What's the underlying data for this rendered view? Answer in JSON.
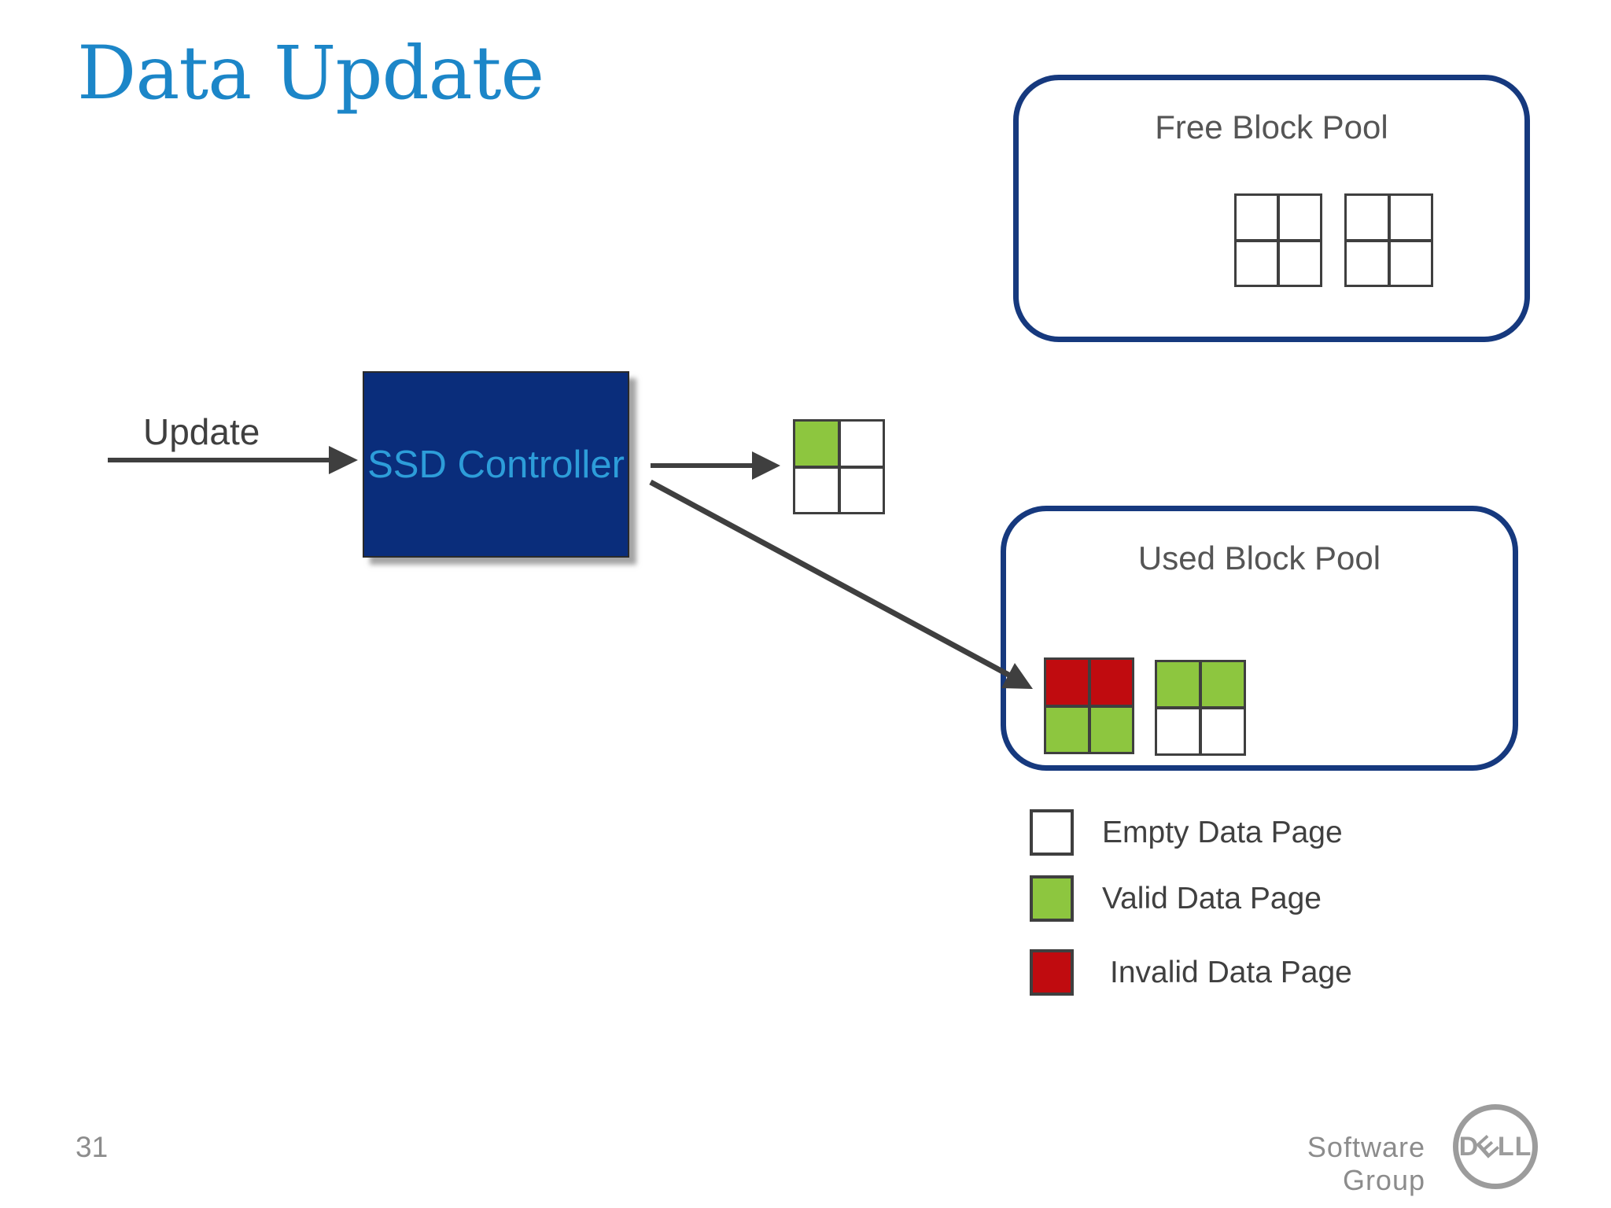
{
  "slide": {
    "title": "Data Update",
    "page_number": "31",
    "footer_text": "Software Group",
    "logo_letters": [
      "D",
      "E",
      "L",
      "L"
    ]
  },
  "flow": {
    "input_label": "Update",
    "controller_label": "SSD Controller"
  },
  "free_pool": {
    "title": "Free Block Pool",
    "blocks": [
      [
        "empty",
        "empty",
        "empty",
        "empty"
      ],
      [
        "empty",
        "empty",
        "empty",
        "empty"
      ]
    ]
  },
  "written_block": {
    "pages": [
      "valid",
      "empty",
      "empty",
      "empty"
    ]
  },
  "used_pool": {
    "title": "Used Block Pool",
    "blocks": [
      [
        "invalid",
        "invalid",
        "valid",
        "valid"
      ],
      [
        "valid",
        "valid",
        "empty",
        "empty"
      ]
    ]
  },
  "legend": {
    "items": [
      {
        "type": "empty",
        "label": "Empty Data Page"
      },
      {
        "type": "valid",
        "label": "Valid Data Page"
      },
      {
        "type": "invalid",
        "label": "Invalid Data Page"
      }
    ]
  },
  "colors": {
    "title_text": "#1C86C8",
    "pool_border": "#16397E",
    "pool_title_text": "#555555",
    "cell_border": "#3F3F3F",
    "empty_fill": "#FFFFFF",
    "valid_fill": "#8DC63F",
    "invalid_fill": "#C00B0F",
    "controller_fill": "#0A2D7B",
    "controller_text": "#2D9DD9",
    "arrow": "#3F3F3F",
    "footer_text": "#8C8C8C"
  }
}
